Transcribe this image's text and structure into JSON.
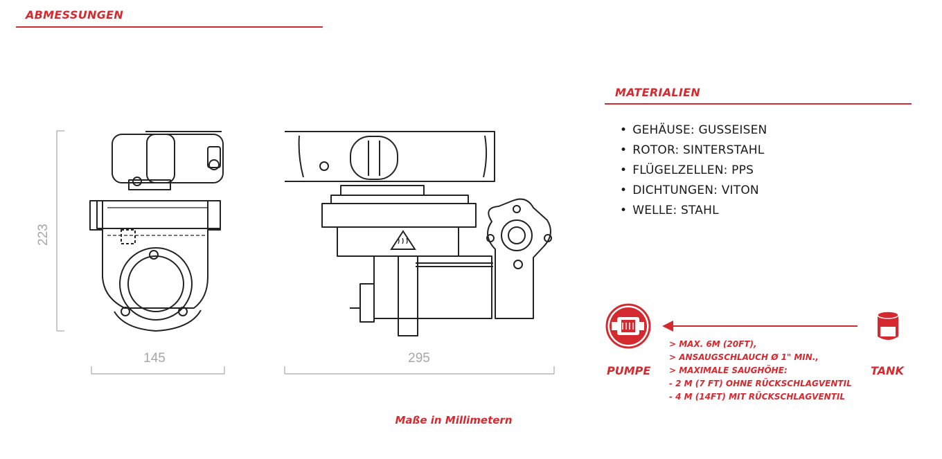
{
  "header": {
    "title": "ABMESSUNGEN"
  },
  "dimensions": {
    "height": "223",
    "width_front": "145",
    "length_side": "295",
    "caption": "Maße in Millimetern"
  },
  "materials": {
    "title": "MATERIALIEN",
    "items": [
      "GEHÄUSE: GUSSEISEN",
      "ROTOR: SINTERSTAHL",
      "FLÜGELZELLEN: PPS",
      "DICHTUNGEN: VITON",
      "WELLE: STAHL"
    ]
  },
  "suction": {
    "pump_label": "PUMPE",
    "tank_label": "TANK",
    "lines": [
      "> MAX. 6M (20FT),",
      "> ANSAUGSCHLAUCH Ø 1\" MIN.,",
      "> MAXIMALE SAUGHÖHE:",
      "- 2 M (7 FT) OHNE RÜCKSCHLAGVENTIL",
      "- 4 M (14FT) MIT RÜCKSCHLAGVENTIL"
    ]
  },
  "colors": {
    "accent": "#d42a2f",
    "dimension": "#a6a6a6",
    "text": "#1a1a1a"
  },
  "icons": [
    "pump-icon",
    "tank-icon",
    "arrow-left-icon",
    "hot-surface-warning-icon"
  ]
}
